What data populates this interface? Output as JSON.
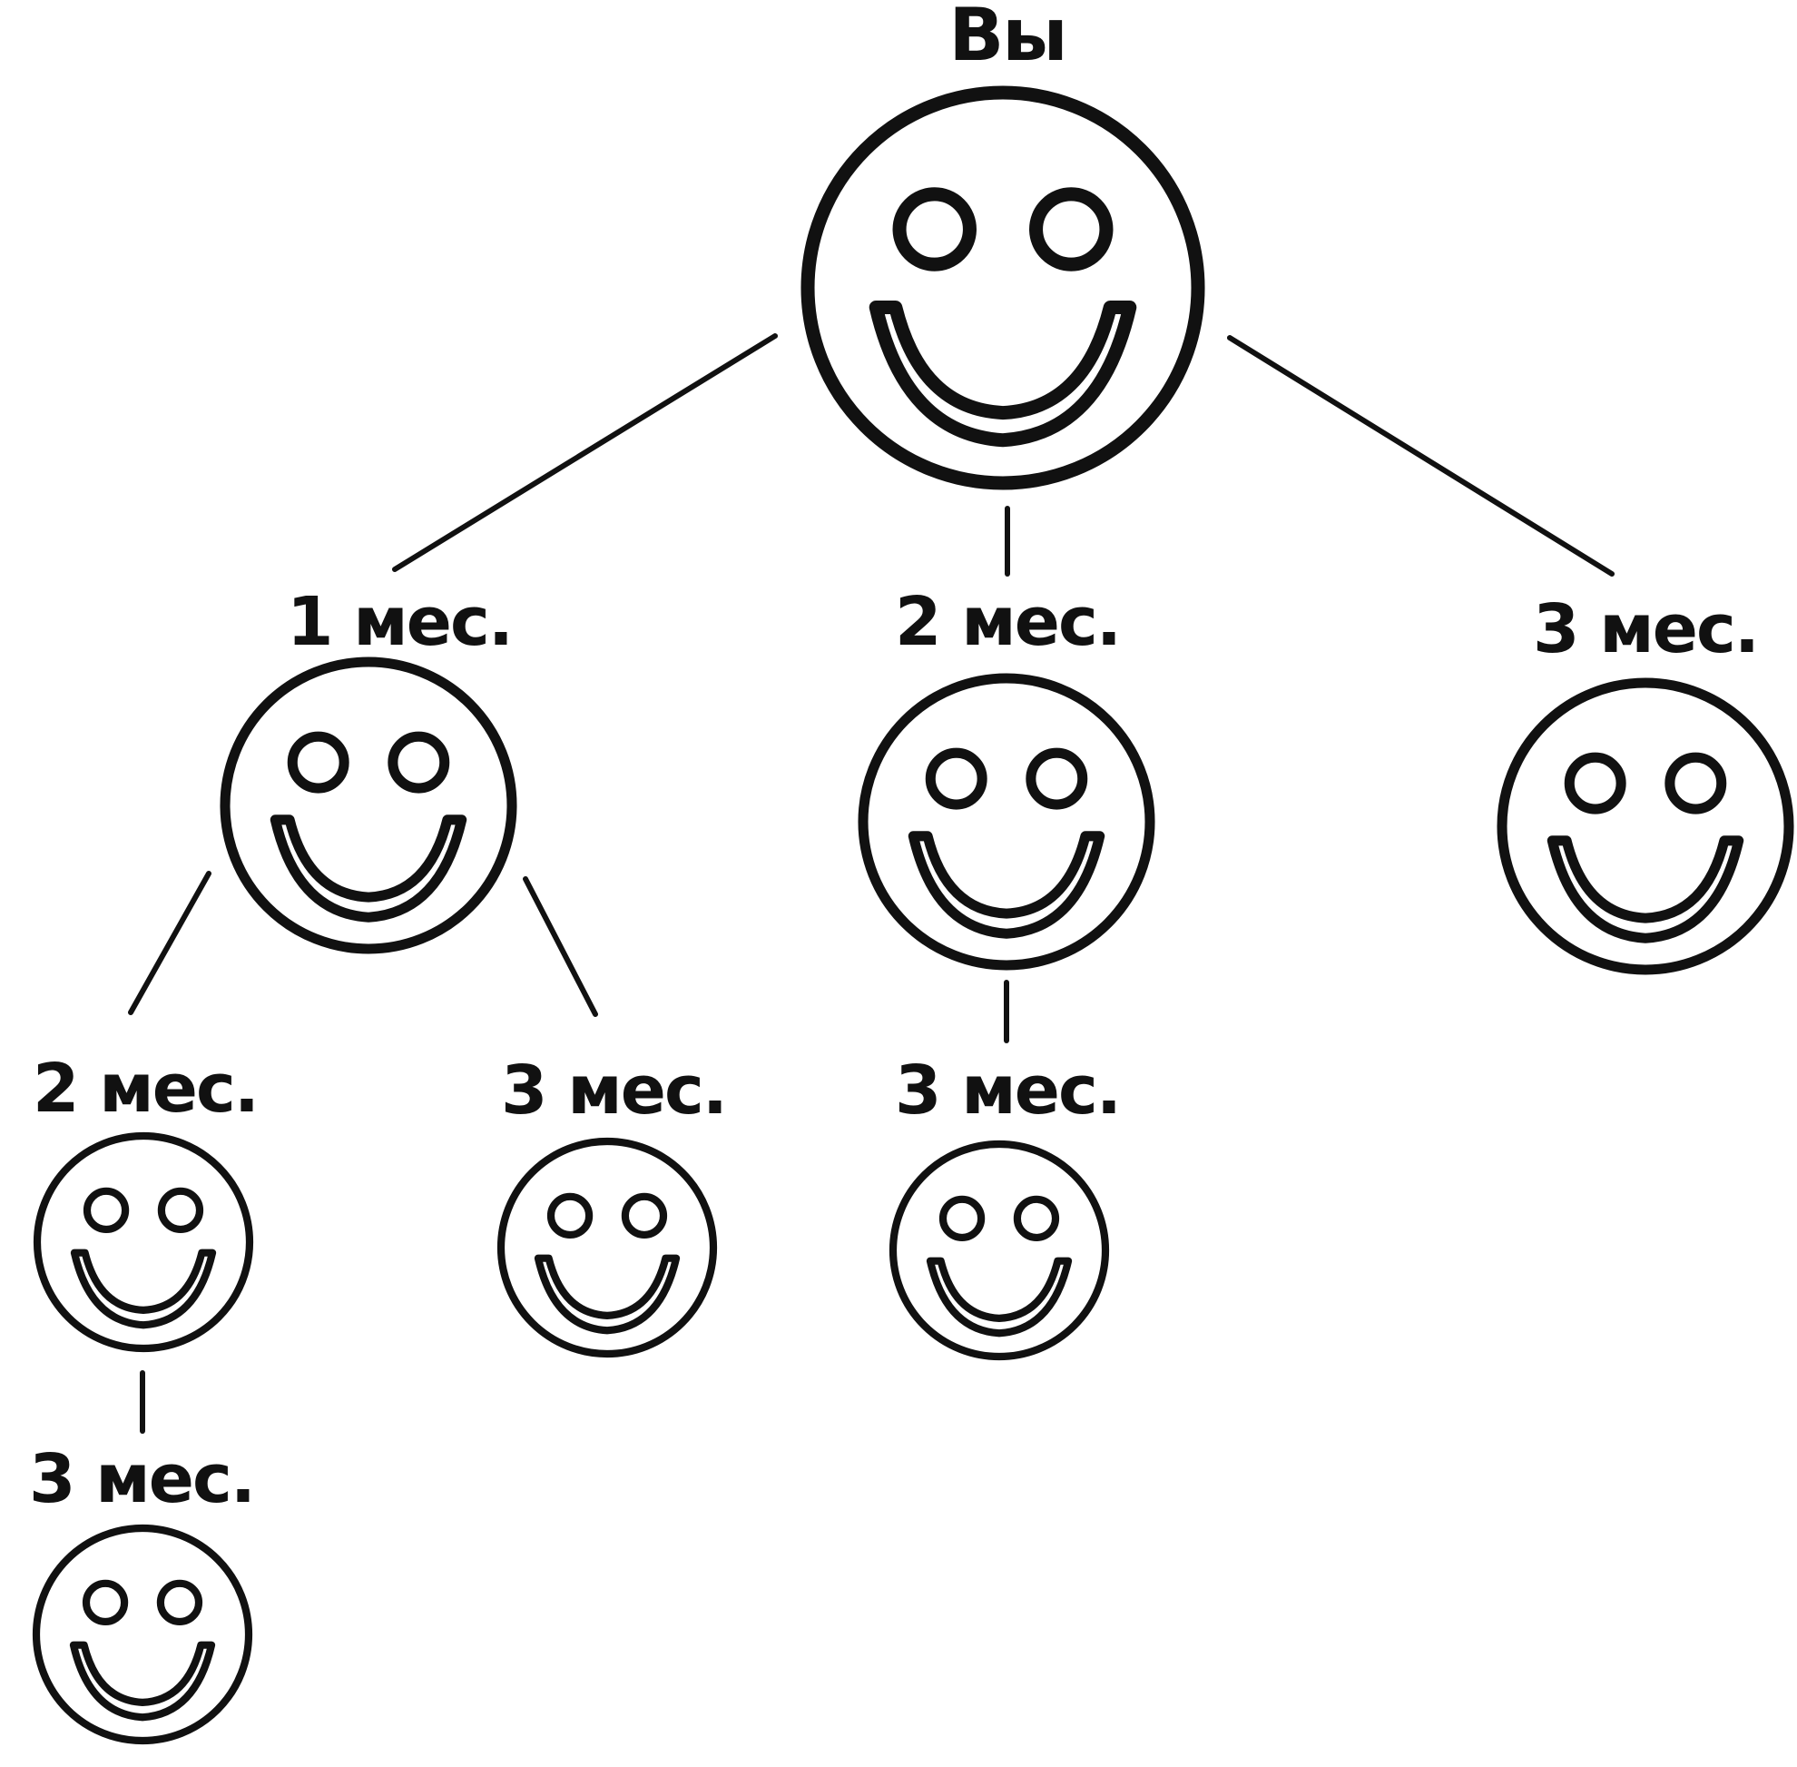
{
  "diagram": {
    "nodes": [
      {
        "id": "root",
        "label": "Вы",
        "icon": "smiley-face-icon"
      },
      {
        "id": "n1",
        "label": "1 мес.",
        "icon": "smiley-face-icon"
      },
      {
        "id": "n2",
        "label": "2 мес.",
        "icon": "smiley-face-icon"
      },
      {
        "id": "n3",
        "label": "3 мес.",
        "icon": "smiley-face-icon"
      },
      {
        "id": "n1a",
        "label": "2 мес.",
        "icon": "smiley-face-icon"
      },
      {
        "id": "n1b",
        "label": "3 мес.",
        "icon": "smiley-face-icon"
      },
      {
        "id": "n2a",
        "label": "3 мес.",
        "icon": "smiley-face-icon"
      },
      {
        "id": "n1aa",
        "label": "3 мес.",
        "icon": "smiley-face-icon"
      }
    ],
    "edges": [
      {
        "from": "root",
        "to": "n1"
      },
      {
        "from": "root",
        "to": "n2"
      },
      {
        "from": "root",
        "to": "n3"
      },
      {
        "from": "n1",
        "to": "n1a"
      },
      {
        "from": "n1",
        "to": "n1b"
      },
      {
        "from": "n2",
        "to": "n2a"
      },
      {
        "from": "n1a",
        "to": "n1aa"
      }
    ]
  }
}
